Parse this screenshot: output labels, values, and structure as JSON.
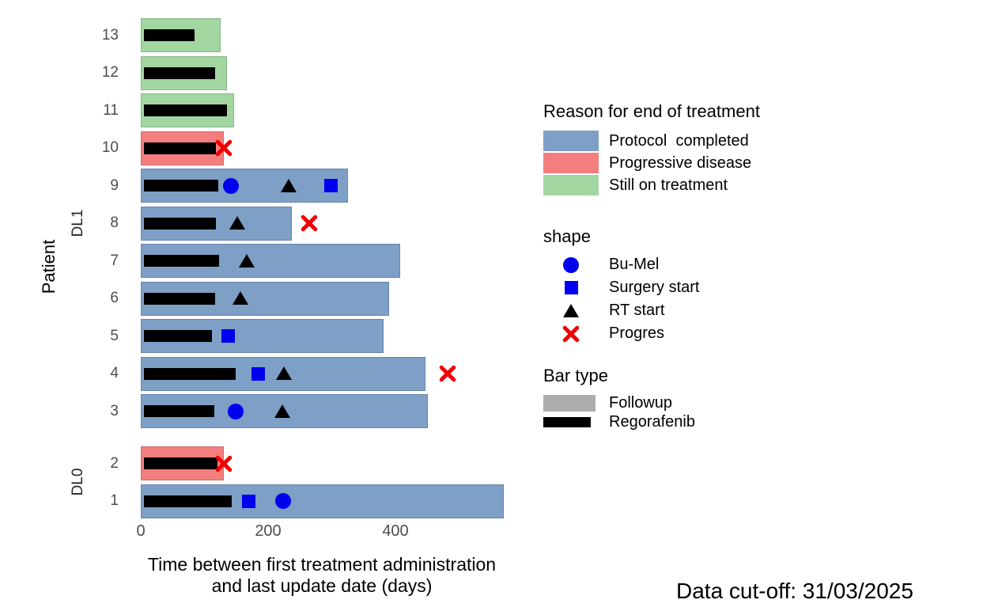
{
  "chart_data": {
    "type": "bar",
    "subtype": "swimmer-plot",
    "title": "",
    "xlabel": "Time between first treatment administration and last update date (days)",
    "ylabel": "Patient",
    "x_ticks": [
      "0",
      "200",
      "400"
    ],
    "x_tick_values": [
      0,
      200,
      400
    ],
    "xlim": [
      0,
      590
    ],
    "grid": "off",
    "groups": [
      "DL1",
      "DL0"
    ],
    "reason_colors": {
      "Protocol completed": "#7e9fc6",
      "Progressive disease": "#f47e7e",
      "Still on treatment": "#a3d7a2"
    },
    "marker_colors": {
      "circle": "#0000ee",
      "square": "#0000ee",
      "triangle": "#000000",
      "x": "#ee0000"
    },
    "bar_type_colors": {
      "Followup": "#adadad",
      "Regorafenib": "#000000"
    },
    "patients": [
      {
        "id": "13",
        "group": "DL1",
        "reason": "Still on treatment",
        "bar_end": 125,
        "regorafenib": [
          5,
          84
        ],
        "markers": []
      },
      {
        "id": "12",
        "group": "DL1",
        "reason": "Still on treatment",
        "bar_end": 135,
        "regorafenib": [
          5,
          117
        ],
        "markers": []
      },
      {
        "id": "11",
        "group": "DL1",
        "reason": "Still on treatment",
        "bar_end": 147,
        "regorafenib": [
          5,
          135
        ],
        "markers": []
      },
      {
        "id": "10",
        "group": "DL1",
        "reason": "Progressive disease",
        "bar_end": 130,
        "regorafenib": [
          5,
          118
        ],
        "markers": [
          {
            "shape": "x",
            "day": 131
          }
        ]
      },
      {
        "id": "9",
        "group": "DL1",
        "reason": "Protocol completed",
        "bar_end": 326,
        "regorafenib": [
          5,
          122
        ],
        "markers": [
          {
            "shape": "circle",
            "day": 142
          },
          {
            "shape": "triangle",
            "day": 232
          },
          {
            "shape": "square",
            "day": 299
          }
        ]
      },
      {
        "id": "8",
        "group": "DL1",
        "reason": "Protocol completed",
        "bar_end": 237,
        "regorafenib": [
          5,
          118
        ],
        "markers": [
          {
            "shape": "triangle",
            "day": 152
          },
          {
            "shape": "x",
            "day": 265
          }
        ]
      },
      {
        "id": "7",
        "group": "DL1",
        "reason": "Protocol completed",
        "bar_end": 408,
        "regorafenib": [
          5,
          123
        ],
        "markers": [
          {
            "shape": "triangle",
            "day": 167
          }
        ]
      },
      {
        "id": "6",
        "group": "DL1",
        "reason": "Protocol completed",
        "bar_end": 390,
        "regorafenib": [
          5,
          117
        ],
        "markers": [
          {
            "shape": "triangle",
            "day": 156
          }
        ]
      },
      {
        "id": "5",
        "group": "DL1",
        "reason": "Protocol completed",
        "bar_end": 381,
        "regorafenib": [
          5,
          112
        ],
        "markers": [
          {
            "shape": "square",
            "day": 137
          }
        ]
      },
      {
        "id": "4",
        "group": "DL1",
        "reason": "Protocol completed",
        "bar_end": 447,
        "regorafenib": [
          5,
          149
        ],
        "markers": [
          {
            "shape": "square",
            "day": 185
          },
          {
            "shape": "triangle",
            "day": 225
          },
          {
            "shape": "x",
            "day": 482
          }
        ]
      },
      {
        "id": "3",
        "group": "DL1",
        "reason": "Protocol completed",
        "bar_end": 451,
        "regorafenib": [
          5,
          115
        ],
        "markers": [
          {
            "shape": "circle",
            "day": 149
          },
          {
            "shape": "triangle",
            "day": 222
          }
        ]
      },
      {
        "id": "2",
        "group": "DL0",
        "reason": "Progressive disease",
        "bar_end": 130,
        "regorafenib": [
          5,
          120
        ],
        "markers": [
          {
            "shape": "x",
            "day": 131
          }
        ]
      },
      {
        "id": "1",
        "group": "DL0",
        "reason": "Protocol completed",
        "bar_end": 570,
        "regorafenib": [
          5,
          143
        ],
        "markers": [
          {
            "shape": "square",
            "day": 169
          },
          {
            "shape": "circle",
            "day": 224
          }
        ]
      }
    ]
  },
  "legend": {
    "reason": {
      "title": "Reason for end of treatment",
      "items": [
        {
          "icon": "blue-rect-swatch",
          "color": "#7e9fc6",
          "label": "Protocol  completed"
        },
        {
          "icon": "red-rect-swatch",
          "color": "#f47e7e",
          "label": "Progressive disease"
        },
        {
          "icon": "green-rect-swatch",
          "color": "#a3d7a2",
          "label": "Still on treatment"
        }
      ]
    },
    "shape": {
      "title": "shape",
      "items": [
        {
          "icon": "circle-marker-icon",
          "shape": "circle",
          "label": "Bu-Mel"
        },
        {
          "icon": "square-marker-icon",
          "shape": "square",
          "label": "Surgery start"
        },
        {
          "icon": "triangle-marker-icon",
          "shape": "triangle",
          "label": "RT start"
        },
        {
          "icon": "x-marker-icon",
          "shape": "x",
          "label": "Progres"
        }
      ]
    },
    "bar_type": {
      "title": "Bar type",
      "items": [
        {
          "icon": "gray-rect-swatch",
          "color": "#adadad",
          "label": "Followup",
          "swatch_w": 66,
          "swatch_h": 21
        },
        {
          "icon": "black-rect-swatch",
          "color": "#000000",
          "label": "Regorafenib",
          "swatch_w": 60,
          "swatch_h": 13
        }
      ]
    }
  },
  "footer": {
    "note": "Data cut-off: 31/03/2025"
  }
}
